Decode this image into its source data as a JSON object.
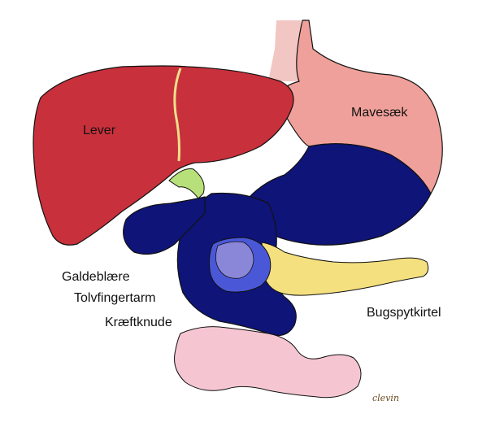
{
  "labels": {
    "liver": "Lever",
    "stomach": "Mavesæk",
    "gallbladder": "Galdeblære",
    "duodenum": "Tolvfingertarm",
    "tumor": "Kræftknude",
    "pancreas": "Bugspytkirtel"
  },
  "signature": "clevin",
  "colors": {
    "liver": "#c8303c",
    "liver_divider": "#f0e08a",
    "stomach": "#f0a09a",
    "esophagus": "#f2c6c2",
    "navy_organs": "#0f1478",
    "pancreas": "#f4e07e",
    "tumor_outer": "#4a58d8",
    "tumor_inner": "#8a86d8",
    "bile_duct": "#b8e07a",
    "intestine": "#f5c6d2",
    "outline": "#111111"
  }
}
